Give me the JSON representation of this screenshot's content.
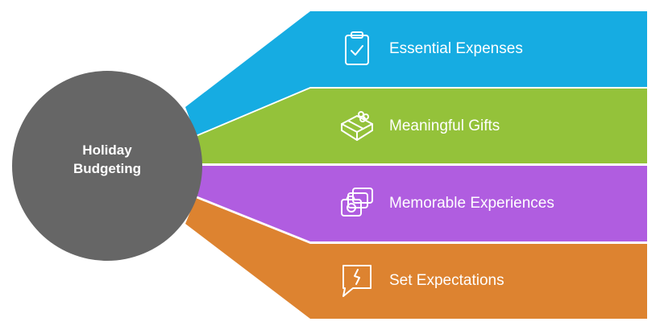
{
  "hub": {
    "label_line1": "Holiday",
    "label_line2": "Budgeting",
    "color": "#666666"
  },
  "branches": [
    {
      "label": "Essential Expenses",
      "color": "#16ACE2",
      "icon": "clipboard-check-icon"
    },
    {
      "label": "Meaningful Gifts",
      "color": "#94C23A",
      "icon": "gift-box-icon"
    },
    {
      "label": "Memorable Experiences",
      "color": "#B05DE0",
      "icon": "photo-stack-icon"
    },
    {
      "label": "Set Expectations",
      "color": "#DD8330",
      "icon": "speech-bubble-icon"
    }
  ]
}
